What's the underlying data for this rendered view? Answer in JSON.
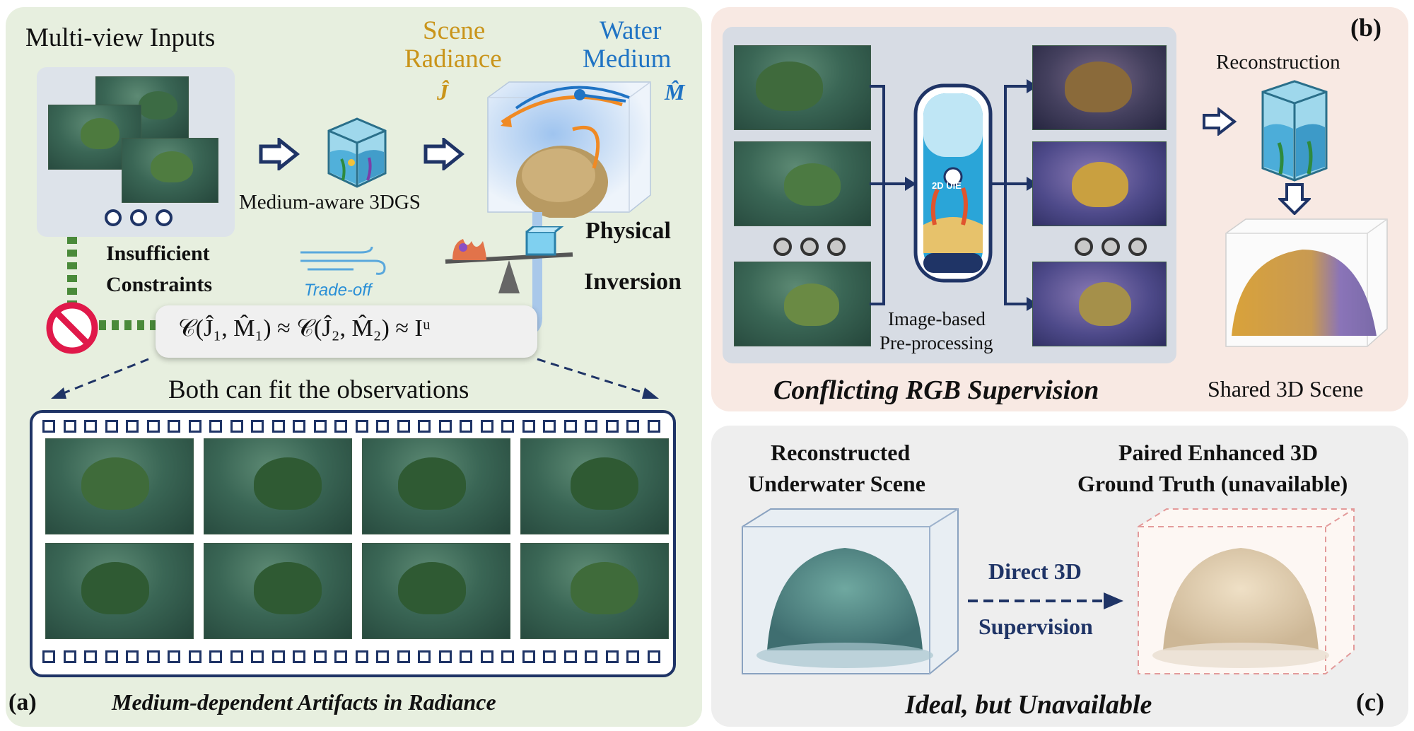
{
  "panel_a": {
    "label": "(a)",
    "title": "Multi-view Inputs",
    "medium_aware": "Medium-aware 3DGS",
    "scene_radiance_line1": "Scene",
    "scene_radiance_line2": "Radiance",
    "scene_radiance_symbol": "Ĵ",
    "water_medium_line1": "Water",
    "water_medium_line2": "Medium",
    "water_medium_symbol": "M̂",
    "physical": "Physical",
    "inversion": "Inversion",
    "insufficient": "Insufficient",
    "constraints": "Constraints",
    "tradeoff": "Trade-off",
    "formula": "𝒞(Ĵ₁, M̂₁) ≈ 𝒞(Ĵ₂, M̂₂) ≈ Iᵘ",
    "both_fit": "Both can fit the observations",
    "caption": "Medium-dependent Artifacts in Radiance"
  },
  "panel_b": {
    "label": "(b)",
    "reconstruction": "Reconstruction",
    "uie_badge": "2D UIE",
    "preprocess_line1": "Image-based",
    "preprocess_line2": "Pre-processing",
    "caption": "Conflicting RGB Supervision",
    "shared_scene": "Shared 3D Scene"
  },
  "panel_c": {
    "label": "(c)",
    "left_line1": "Reconstructed",
    "left_line2": "Underwater Scene",
    "right_line1": "Paired Enhanced 3D",
    "right_line2": "Ground Truth (unavailable)",
    "arrow_line1": "Direct 3D",
    "arrow_line2": "Supervision",
    "caption": "Ideal, but Unavailable"
  },
  "colors": {
    "navy": "#1f3466",
    "gold": "#c9941a",
    "blue": "#1f73c4",
    "orange": "#f08a24",
    "red": "#e0194a",
    "panel_a_bg": "#e7efdf",
    "panel_b_bg": "#f8e9e3",
    "panel_c_bg": "#eeeeee"
  },
  "icons": [
    "medium-cube-icon",
    "arrow-right-icon",
    "balance-scale-icon",
    "wind-icon",
    "prohibited-icon",
    "uie-phone-icon",
    "reconstruction-cube-icon",
    "arrow-down-icon"
  ]
}
